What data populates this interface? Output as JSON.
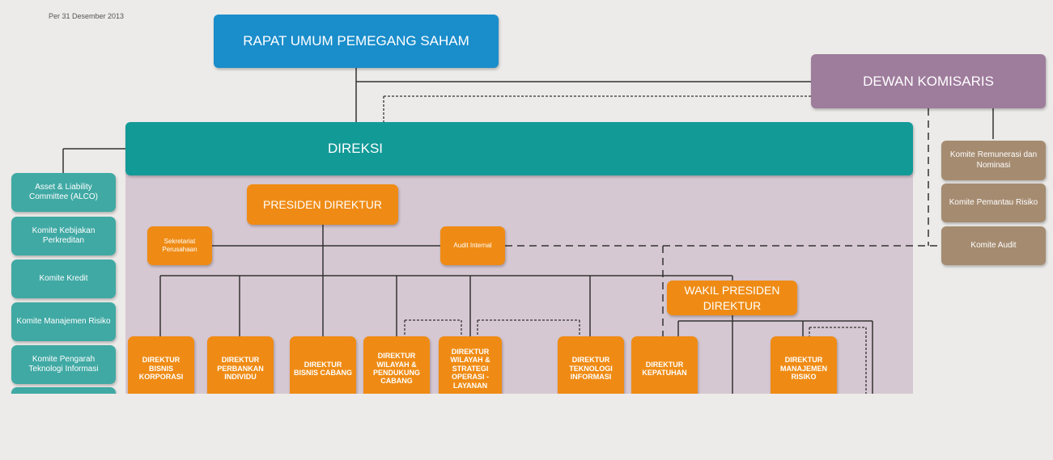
{
  "date_label": "Per 31 Desember 2013",
  "rups": "RAPAT UMUM PEMEGANG SAHAM",
  "dewan_komisaris": "DEWAN KOMISARIS",
  "direksi": "DIREKSI",
  "left_committees": [
    "Asset & Liability Committee (ALCO)",
    "Komite Kebijakan Perkreditan",
    "Komite Kredit",
    "Komite Manajemen Risiko",
    "Komite Pengarah Teknologi Informasi",
    ""
  ],
  "right_committees": [
    "Komite Remunerasi dan Nominasi",
    "Komite Pemantau Risiko",
    "Komite Audit"
  ],
  "presiden_direktur": "PRESIDEN DIREKTUR",
  "sekretariat": "Sekretariat Perusahaan",
  "audit_internal": "Audit Internal",
  "wakil_presiden": "WAKIL PRESIDEN DIREKTUR",
  "direktur": [
    "DIREKTUR BISNIS KORPORASI",
    "DIREKTUR PERBANKAN INDIVIDU",
    "DIREKTUR BISNIS CABANG",
    "DIREKTUR WILAYAH & PENDUKUNG CABANG",
    "DIREKTUR WILAYAH & STRATEGI OPERASI - LAYANAN",
    "DIREKTUR TEKNOLOGI INFORMASI",
    "DIREKTUR KEPATUHAN",
    "DIREKTUR MANAJEMEN RISIKO"
  ],
  "colors": {
    "rups": "#1a8dcb",
    "dewan": "#9e7c9c",
    "direksi": "#129a97",
    "panel": "#d6c8d2",
    "teal_committee": "#40a9a4",
    "tan_committee": "#a58b70",
    "orange": "#ef8b14"
  }
}
